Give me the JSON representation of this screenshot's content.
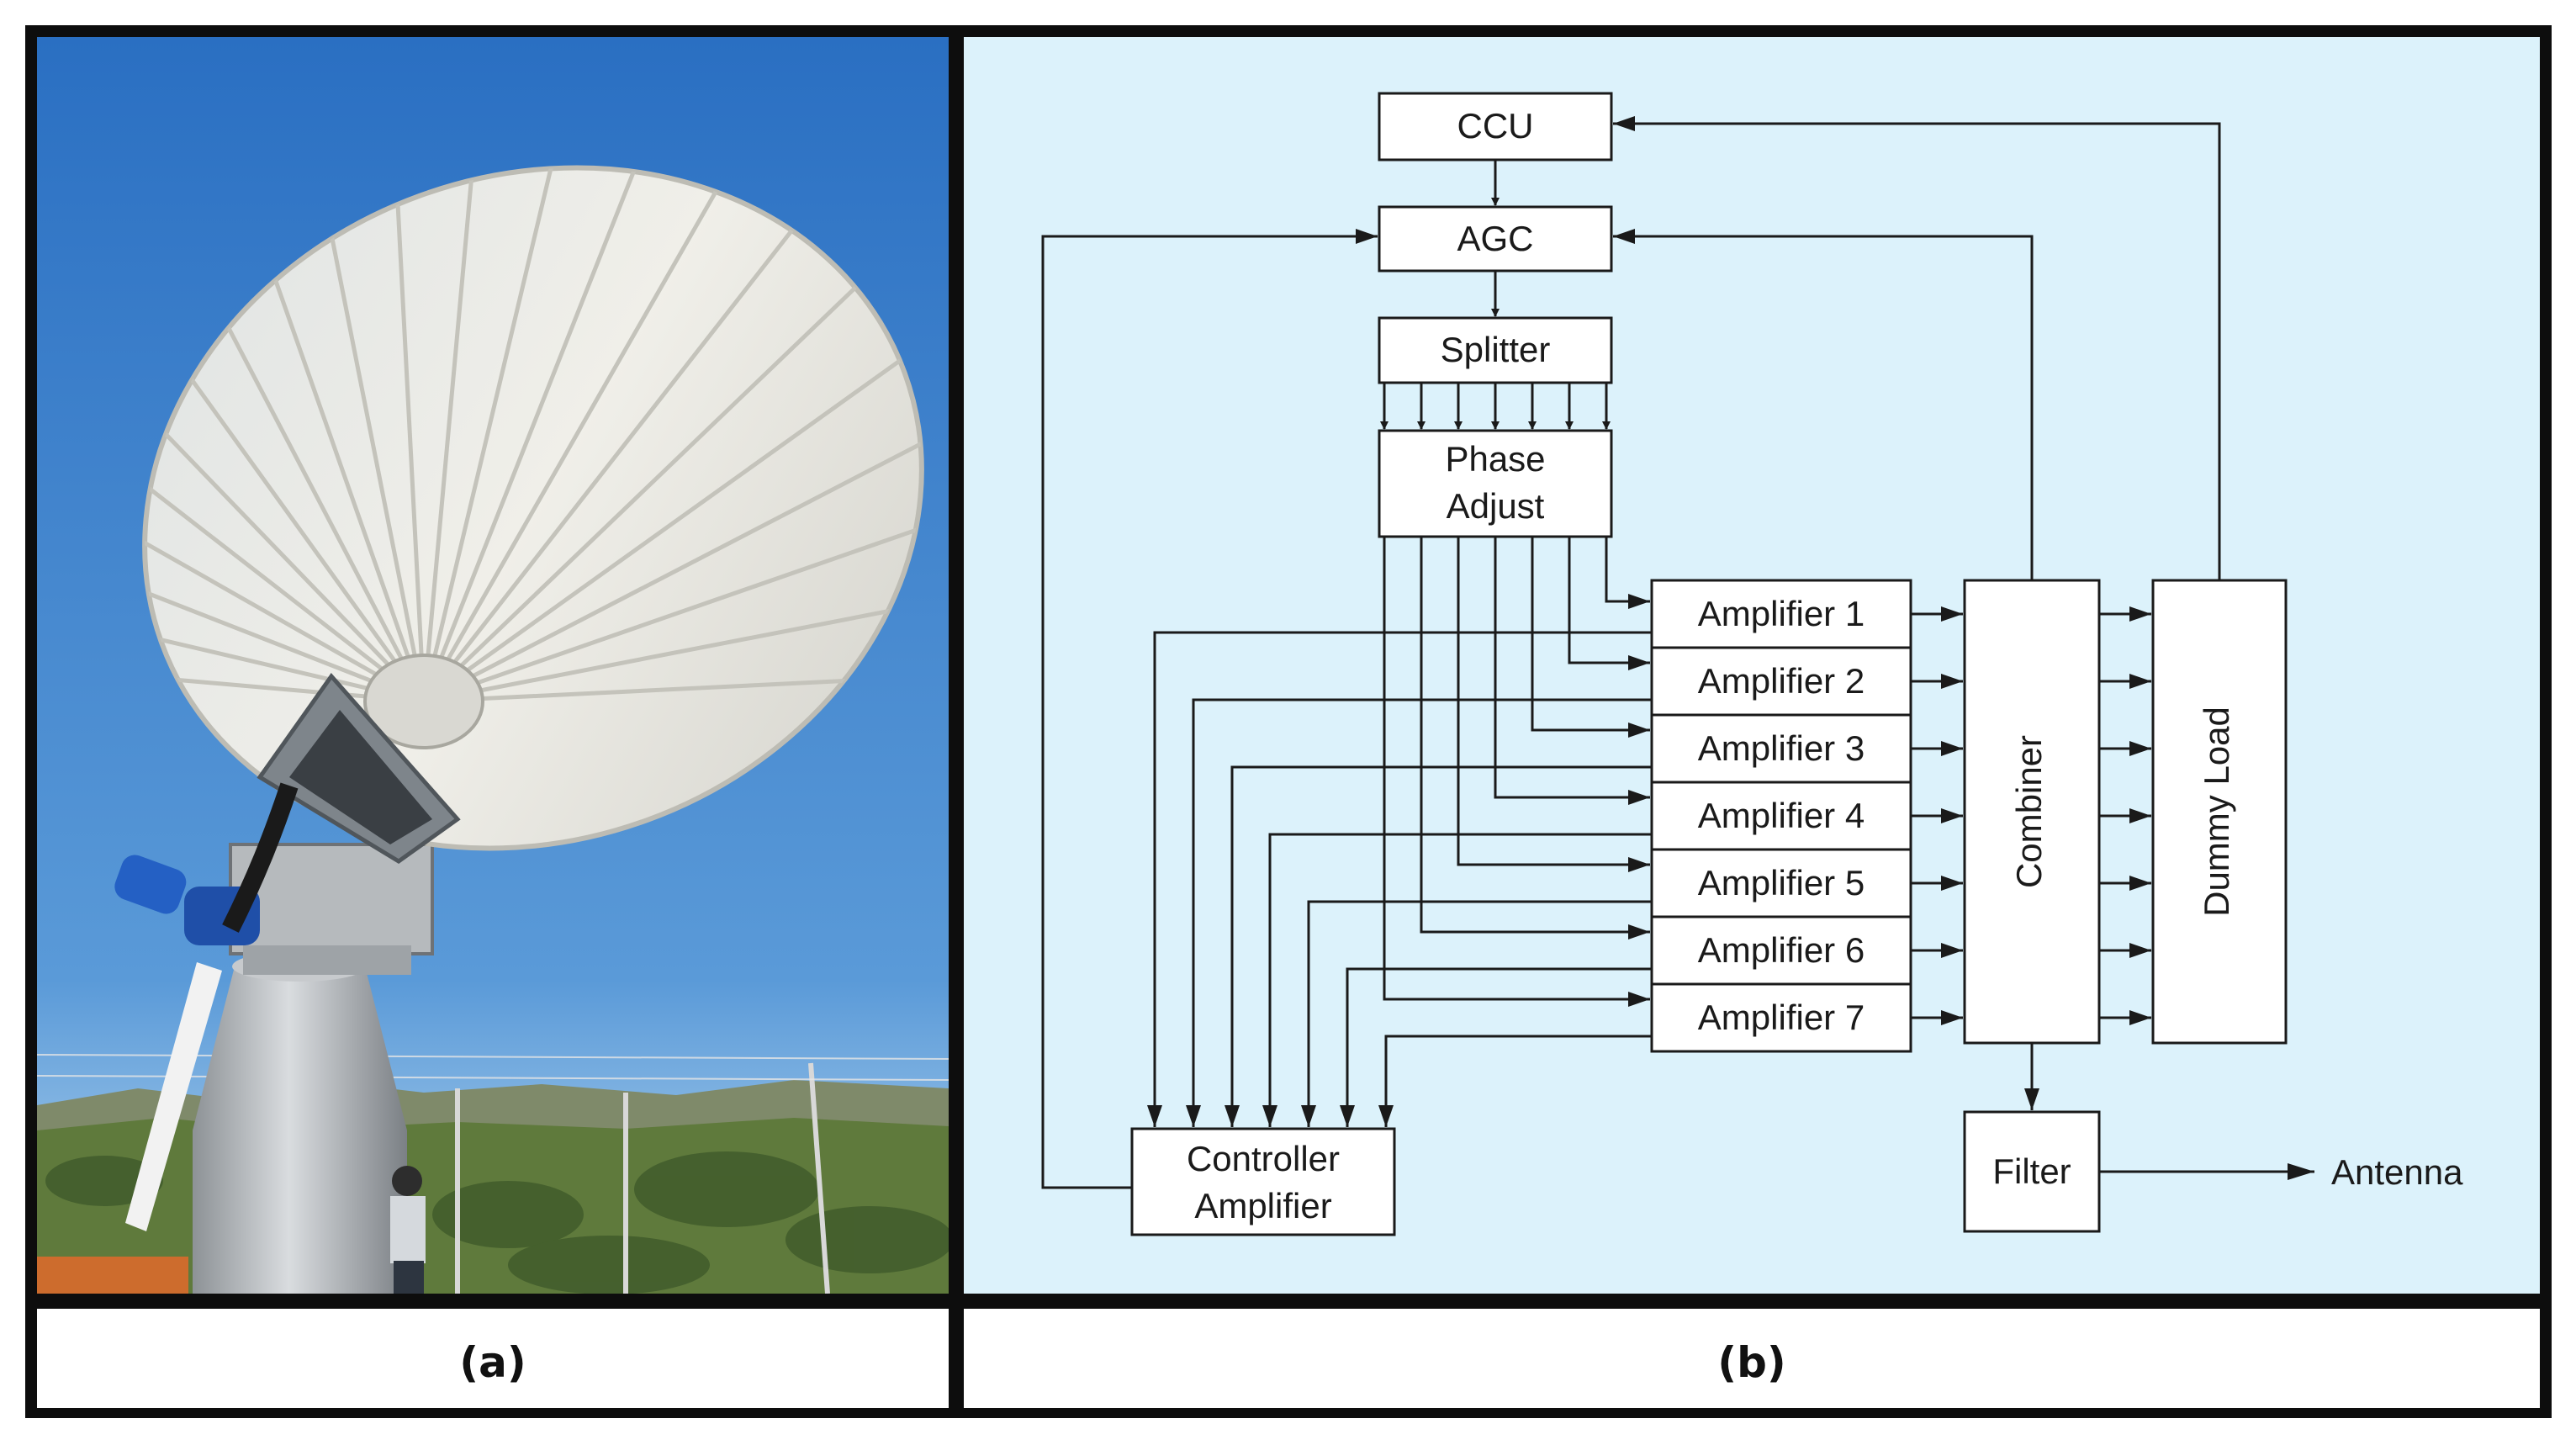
{
  "panels": {
    "a": {
      "caption": "(a)"
    },
    "b": {
      "caption": "(b)"
    }
  },
  "colors": {
    "frame": "#0d0d0d",
    "diagram_bg": "#dcf2fb",
    "sky_top": "#2a6fc2",
    "sky_bottom": "#b8d7f0",
    "dish": "#e9e9e4",
    "line": "#1a1a1a"
  },
  "diagram": {
    "ccu": "CCU",
    "agc": "AGC",
    "splitter": "Splitter",
    "phase_adjust": [
      "Phase",
      "Adjust"
    ],
    "amplifiers": [
      "Amplifier 1",
      "Amplifier 2",
      "Amplifier 3",
      "Amplifier 4",
      "Amplifier 5",
      "Amplifier 6",
      "Amplifier 7"
    ],
    "combiner": "Combiner",
    "dummy_load": "Dummy Load",
    "controller_amplifier": [
      "Controller",
      "Amplifier"
    ],
    "filter": "Filter",
    "antenna": "Antenna"
  }
}
